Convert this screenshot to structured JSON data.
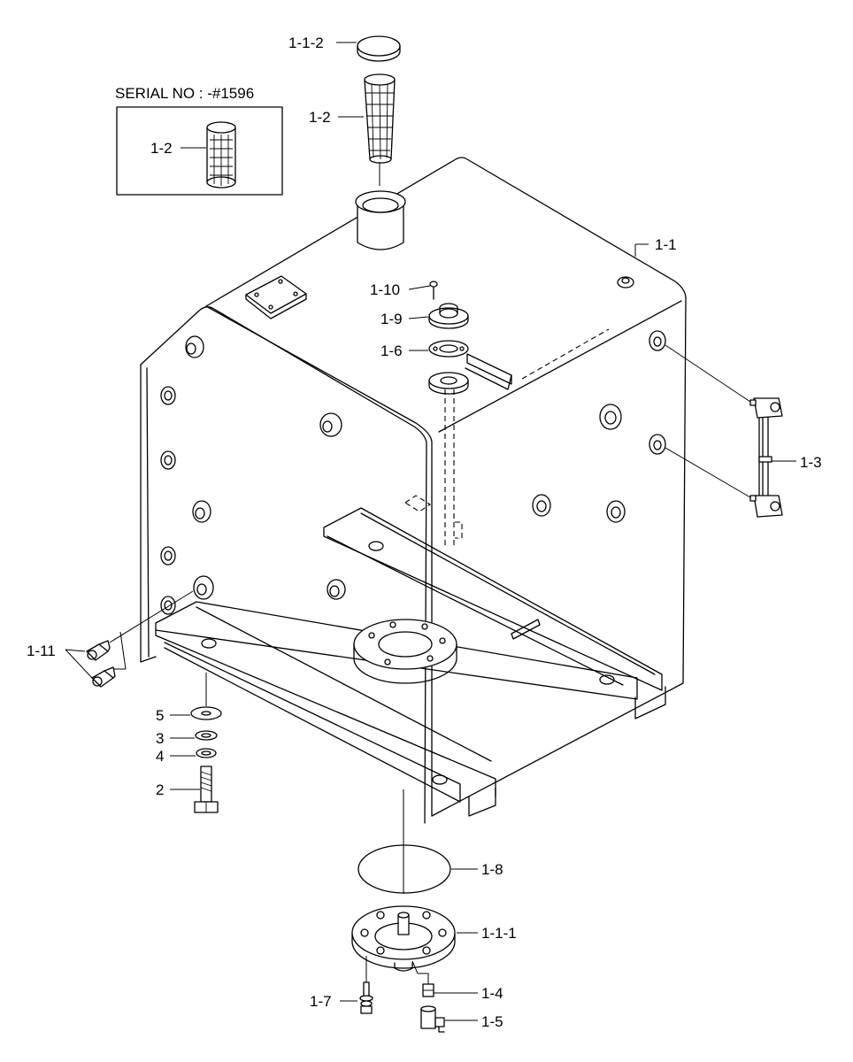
{
  "serial_note": "SERIAL NO : -#1596",
  "labels": {
    "cap": "1-1-2",
    "strainer": "1-2",
    "strainer_old": "1-2",
    "tank": "1-1",
    "bolt_top": "1-10",
    "flange_top": "1-9",
    "gasket_top": "1-6",
    "level_gauge": "1-3",
    "plugs": "1-11",
    "washer_flat": "5",
    "washer_spring": "3",
    "washer_plain": "4",
    "mount_bolt": "2",
    "o_ring": "1-8",
    "bottom_cover": "1-1-1",
    "cover_bolt": "1-7",
    "drain_fitting": "1-4",
    "drain_cock": "1-5"
  }
}
